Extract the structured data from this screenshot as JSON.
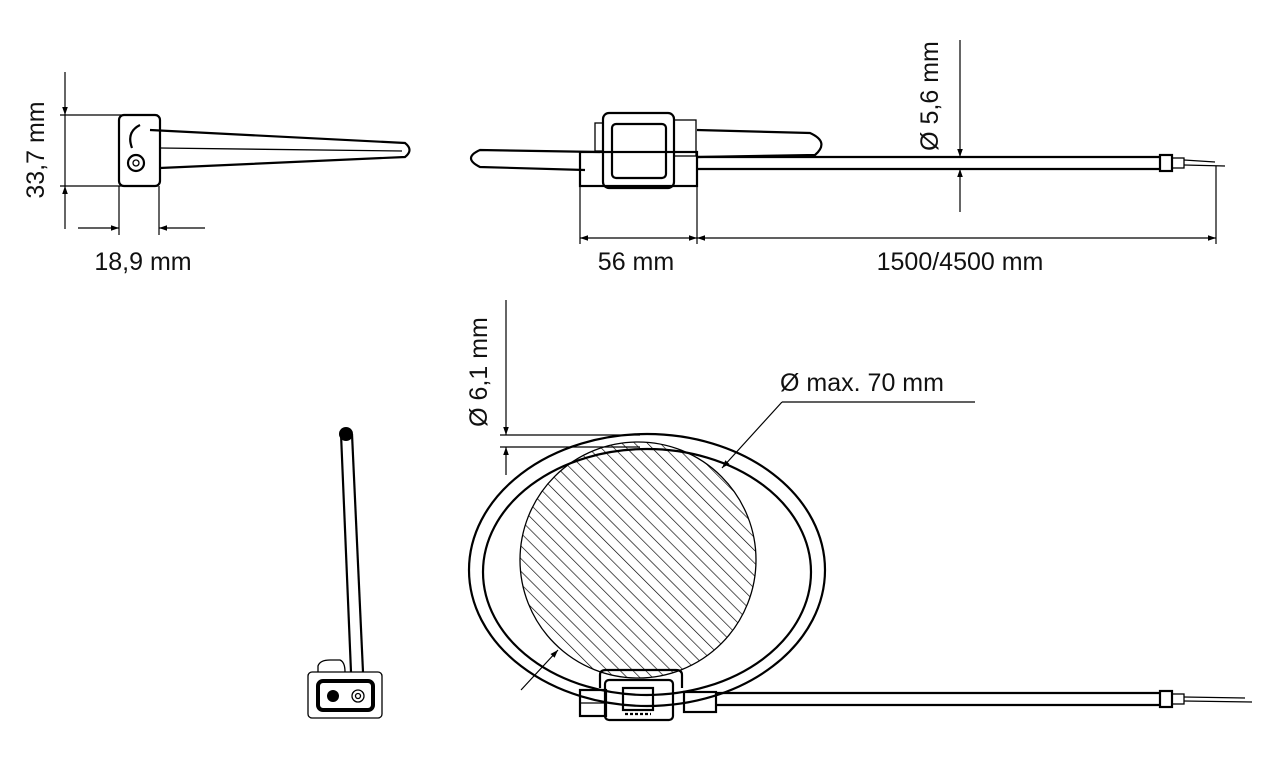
{
  "dimensions": {
    "height_top_left": "33,7 mm",
    "width_top_left": "18,9 mm",
    "cable_diameter": "Ø 5,6 mm",
    "box_width": "56 mm",
    "cable_length": "1500/4500 mm",
    "coil_diameter": "Ø 6,1 mm",
    "max_conductor_diameter": "Ø max. 70 mm"
  },
  "colors": {
    "line": "#000000",
    "background": "#ffffff"
  }
}
